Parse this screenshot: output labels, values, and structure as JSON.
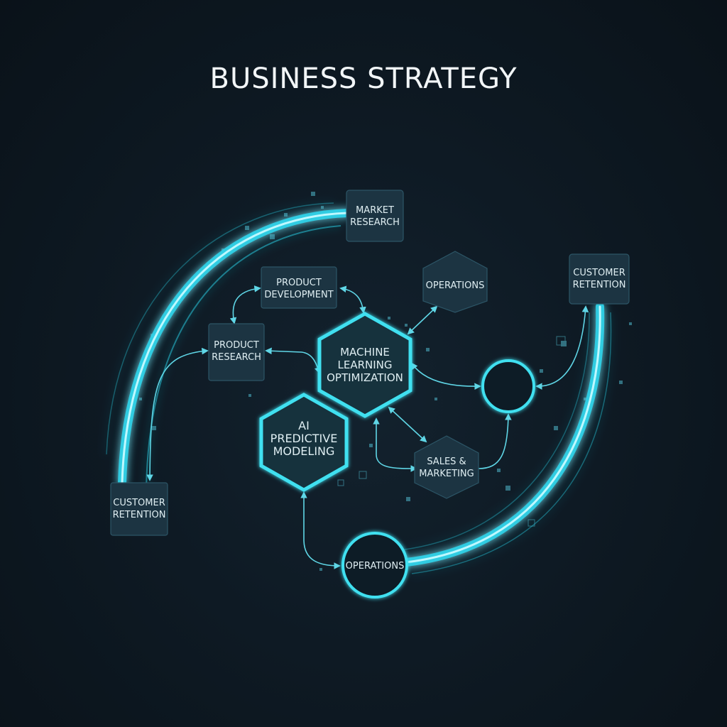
{
  "title": "BUSINESS STRATEGY",
  "nodes": {
    "market_research": [
      "MARKET",
      "RESEARCH"
    ],
    "product_development": [
      "PRODUCT",
      "DEVELOPMENT"
    ],
    "operations_top": [
      "OPERATIONS"
    ],
    "customer_retention_right": [
      "CUSTOMER",
      "RETENTION"
    ],
    "product_research": [
      "PRODUCT",
      "RESEARCH"
    ],
    "machine_learning": [
      "MACHINE",
      "LEARNING",
      "OPTIMIZATION"
    ],
    "ai_predictive": [
      "AI",
      "PREDICTIVE",
      "MODELING"
    ],
    "sales_marketing": [
      "SALES &",
      "MARKETING"
    ],
    "customer_retention_left": [
      "CUSTOMER",
      "RETENTION"
    ],
    "operations_bottom": [
      "OPERATIONS"
    ]
  },
  "colors": {
    "accent": "#3fe0f0",
    "node_fill": "#1c3442",
    "node_stroke": "#2c5566",
    "background": "#0c141c"
  }
}
